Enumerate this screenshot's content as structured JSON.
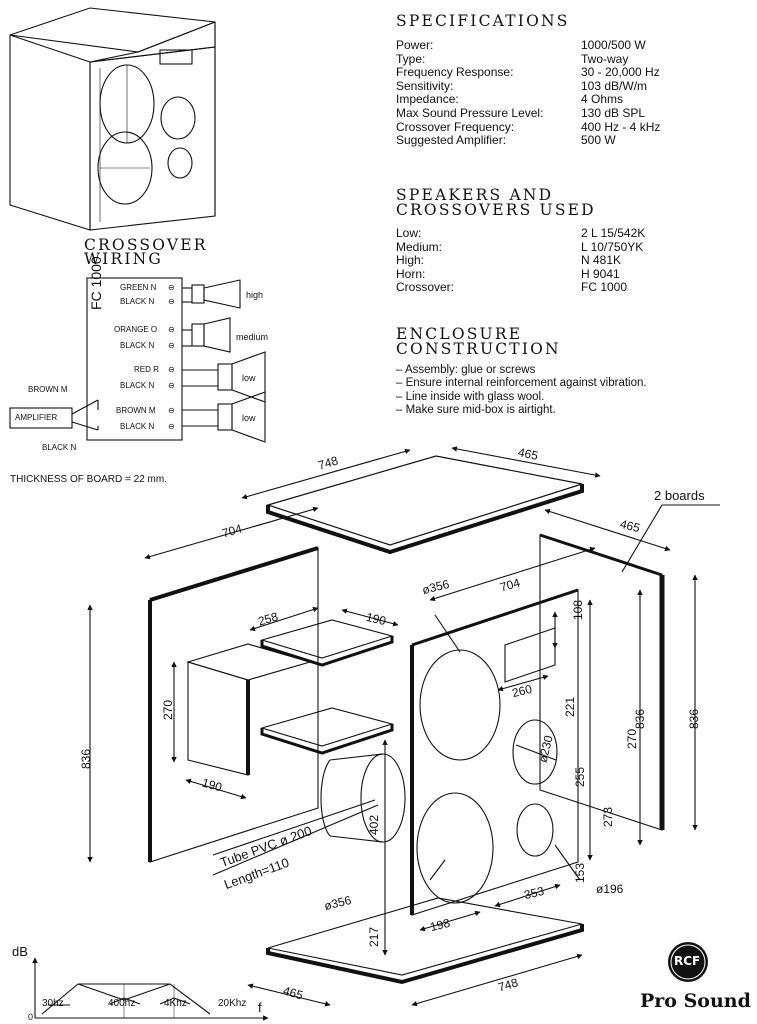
{
  "specs": {
    "title": "SPECIFICATIONS",
    "rows": [
      {
        "k": "Power:",
        "v": "1000/500 W"
      },
      {
        "k": "Type:",
        "v": "Two-way"
      },
      {
        "k": "Frequency Response:",
        "v": "30 - 20,000 Hz"
      },
      {
        "k": "Sensitivity:",
        "v": "103 dB/W/m"
      },
      {
        "k": "Impedance:",
        "v": "4 Ohms"
      },
      {
        "k": "Max Sound Pressure Level:",
        "v": "130 dB SPL"
      },
      {
        "k": "Crossover Frequency:",
        "v": "400 Hz - 4 kHz"
      },
      {
        "k": "Suggested Amplifier:",
        "v": "500 W"
      }
    ]
  },
  "speakers": {
    "title_line1": "SPEAKERS AND",
    "title_line2": "CROSSOVERS USED",
    "rows": [
      {
        "k": "Low:",
        "v": "2 L 15/542K"
      },
      {
        "k": "Medium:",
        "v": "L 10/750YK"
      },
      {
        "k": "High:",
        "v": "N 481K"
      },
      {
        "k": "Horn:",
        "v": "H 9041"
      },
      {
        "k": "Crossover:",
        "v": "FC 1000"
      }
    ]
  },
  "enclosure": {
    "title_line1": "ENCLOSURE",
    "title_line2": "CONSTRUCTION",
    "items": [
      "– Assembly: glue or screws",
      "– Ensure internal reinforcement against vibration.",
      "– Line inside with glass wool.",
      "– Make sure mid-box is airtight."
    ]
  },
  "wiring": {
    "title_line1": "CROSSOVER",
    "title_line2": "WIRING",
    "crossover_label": "FC 1000",
    "terminals": [
      {
        "label": "GREEN N",
        "sym": "⊖"
      },
      {
        "label": "BLACK N",
        "sym": "⊖"
      },
      {
        "label": "ORANGE O",
        "sym": "⊖"
      },
      {
        "label": "BLACK N",
        "sym": "⊖"
      },
      {
        "label": "RED R",
        "sym": "⊖"
      },
      {
        "label": "BLACK N",
        "sym": "⊖"
      },
      {
        "label": "BROWN M",
        "sym": "⊖"
      },
      {
        "label": "BLACK N",
        "sym": "⊖"
      }
    ],
    "driver_high": "high",
    "driver_medium": "medium",
    "driver_low1": "low",
    "driver_low2": "low",
    "amplifier": "AMPLIFIER",
    "amp_brown": "BROWN M",
    "amp_black": "BLACK N"
  },
  "thickness": "THICKNESS OF BOARD = 22 mm.",
  "dims": {
    "top_748": "748",
    "top_465": "465",
    "side_704": "704",
    "side_836": "836",
    "shelf_258": "258",
    "shelf_190": "190",
    "box_270": "270",
    "box_190": "190",
    "front_704": "704",
    "front_356": "ø356",
    "front_108": "108",
    "front_260": "260",
    "front_221": "221",
    "front_270": "270",
    "front_255": "255",
    "front_230": "ø230",
    "front_273": "273",
    "front_153": "153",
    "front_402": "402",
    "front_217": "217",
    "front_198": "198",
    "front_353": "353",
    "front_196": "ø196",
    "front_356b": "ø356",
    "right_465": "465",
    "right_836": "836",
    "right_836b": "836",
    "two_boards": "2  boards",
    "tube_1": "Tube  PVC ø 200",
    "tube_2": "Length=110",
    "bottom_465": "465",
    "bottom_748": "748"
  },
  "freq": {
    "y_label": "dB",
    "x_label": "f",
    "origin": "0",
    "ticks": [
      "30hz",
      "400hz",
      "4Khz",
      "20Khz"
    ]
  },
  "brand": {
    "logo": "RCF",
    "name": "Pro Sound"
  }
}
